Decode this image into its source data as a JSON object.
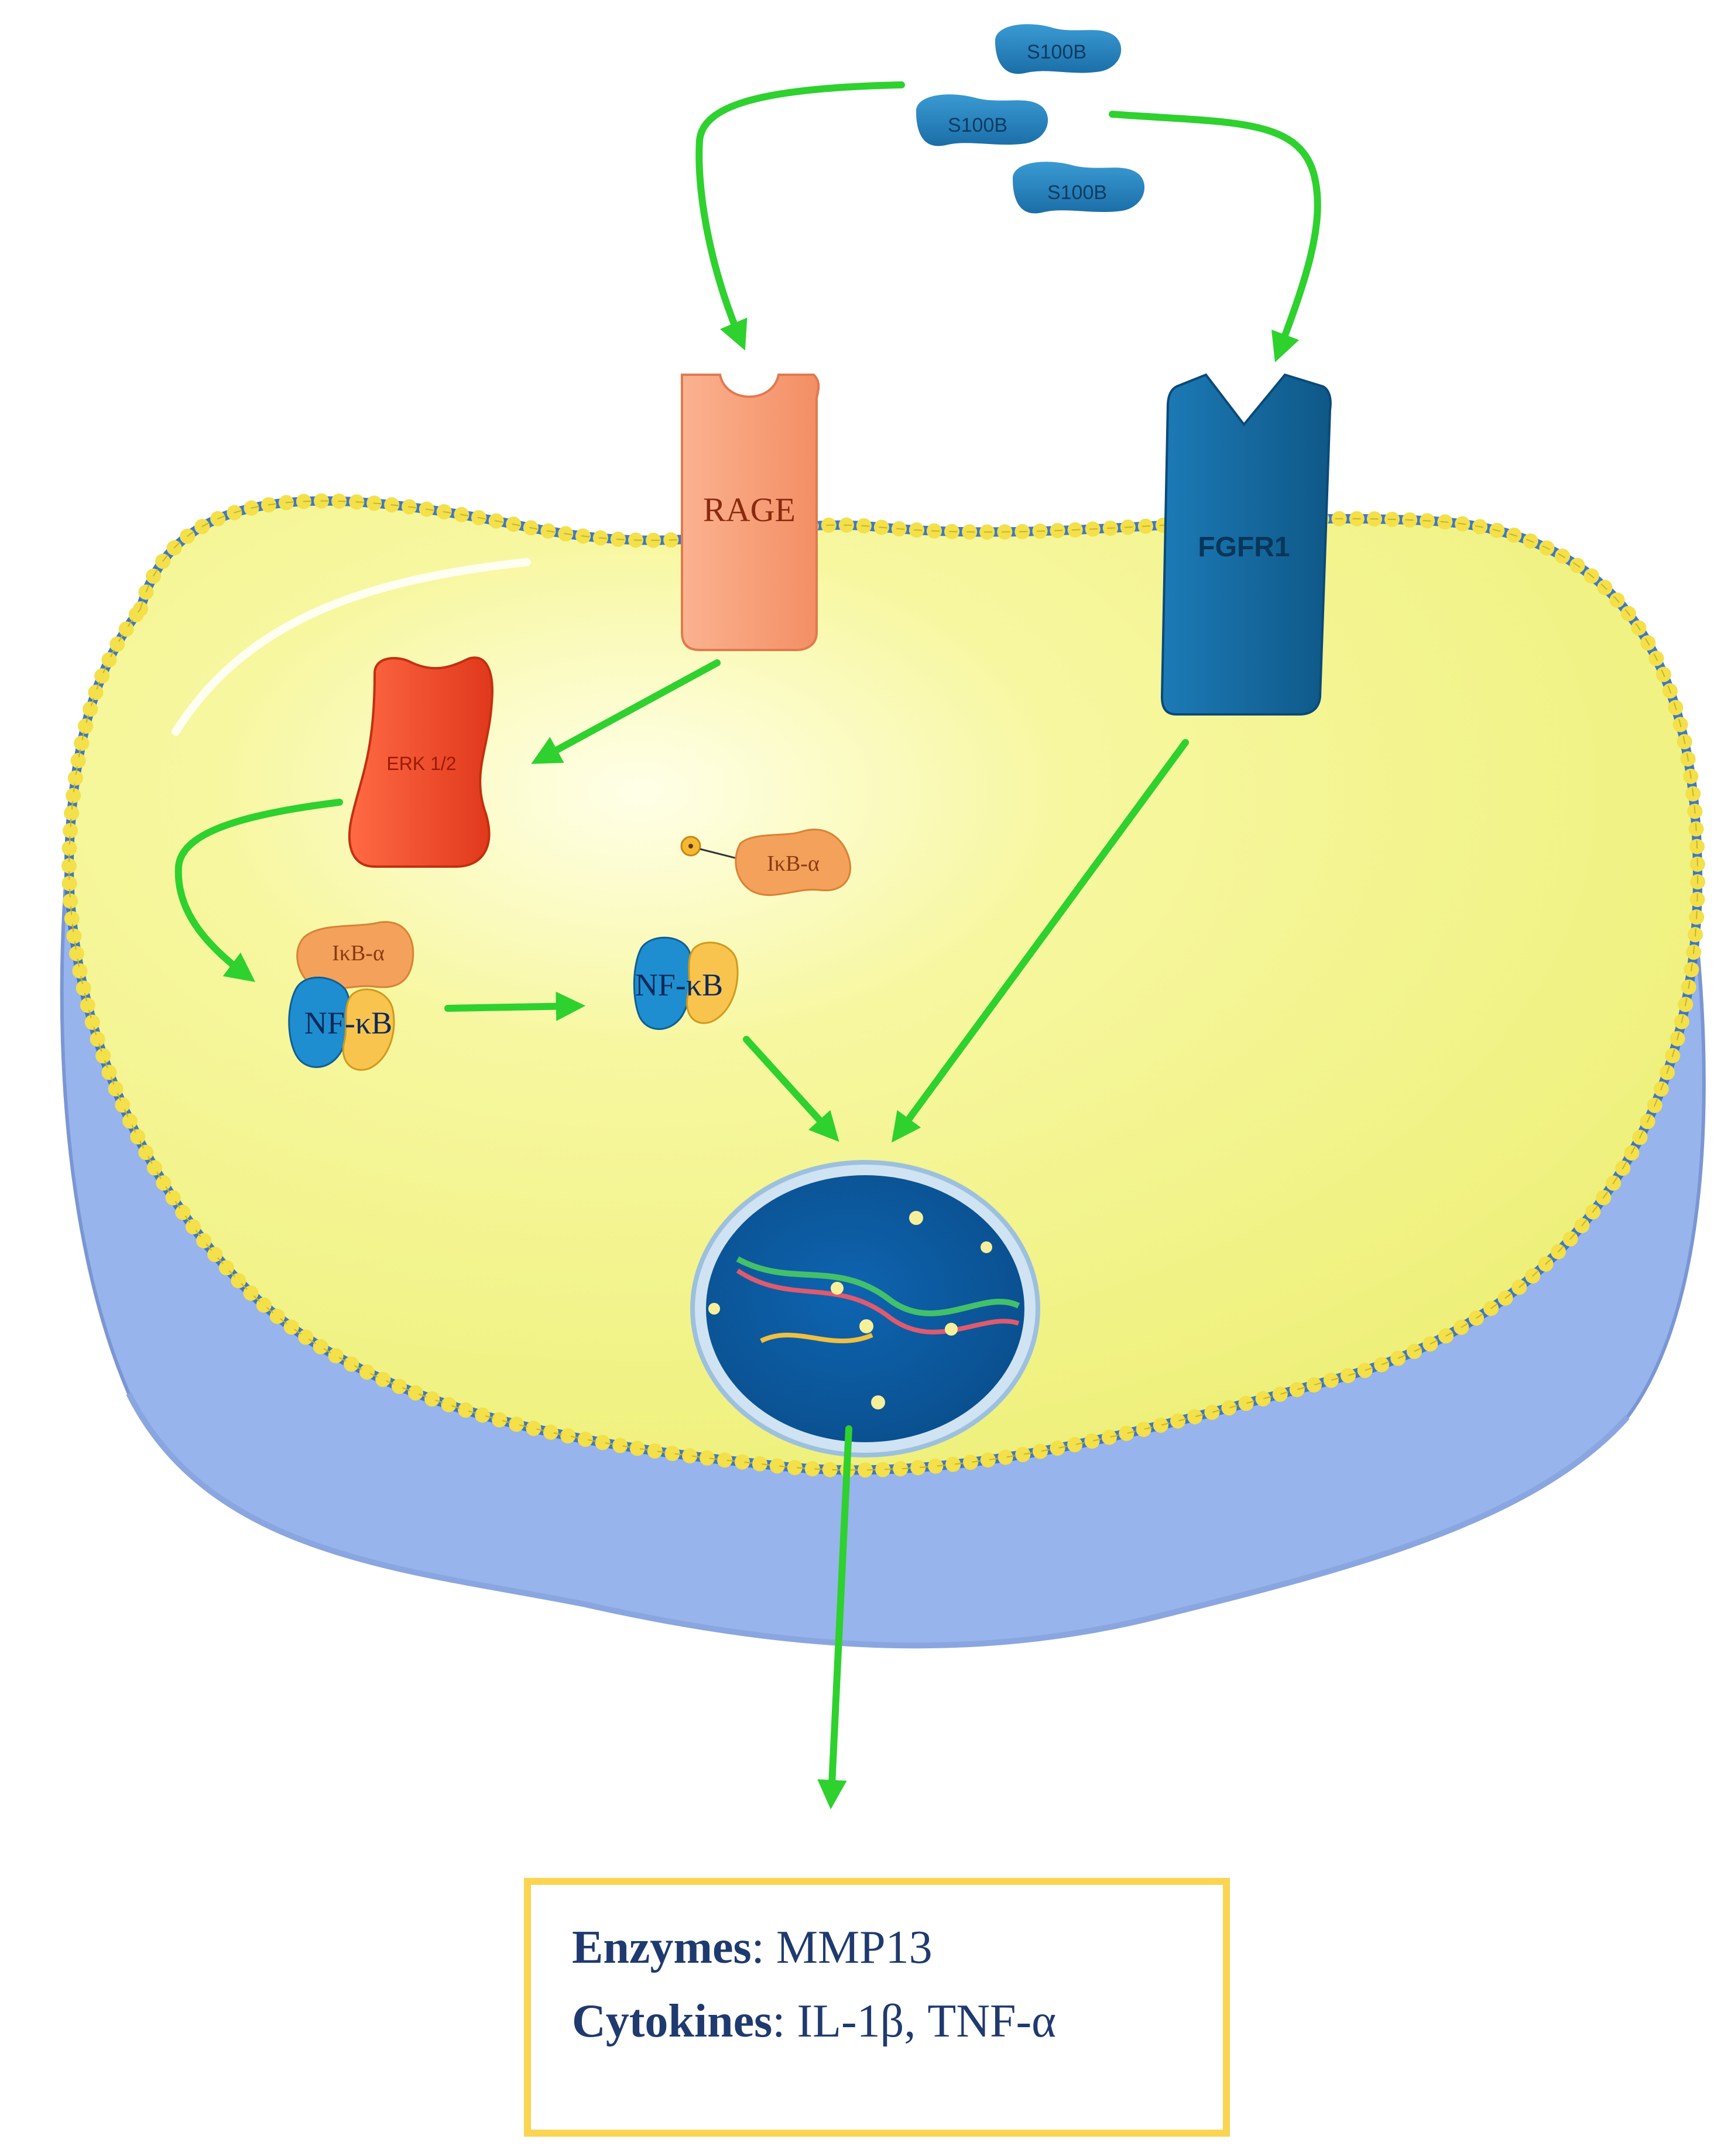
{
  "ligands": [
    {
      "label": "S100B"
    },
    {
      "label": "S100B"
    },
    {
      "label": "S100B"
    }
  ],
  "receptors": {
    "rage": "RAGE",
    "fgfr1": "FGFR1"
  },
  "cytoplasm": {
    "erk": "ERK 1/2",
    "ikb_free": "IκB-α",
    "ikb_bound": "IκB-α",
    "nfkb_complex": "NF-κB",
    "nfkb_free": "NF-κB"
  },
  "output": {
    "enzymes_label": "Enzymes",
    "enzymes_value": ": MMP13",
    "cytokines_label": "Cytokines",
    "cytokines_value": ": IL-1β, TNF-α"
  },
  "colors": {
    "arrow": "#2ed12e",
    "cytoplasm": "#f4f48a",
    "membrane": "#3c78c8",
    "lipid_head": "#f3e04a",
    "rage": "#f7a07a",
    "fgfr1": "#1a6fa6",
    "erk": "#f04a28",
    "nucleus": "#0a5aa0",
    "box_border": "#fbd452"
  }
}
